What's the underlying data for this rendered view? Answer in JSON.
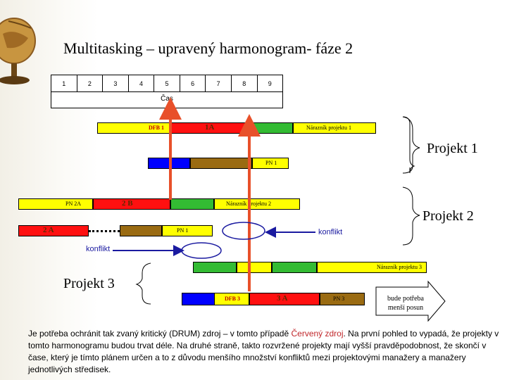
{
  "title": "Multitasking – upravený harmonogram- fáze 2",
  "timeline": {
    "numbers": [
      "1",
      "2",
      "3",
      "4",
      "5",
      "6",
      "7",
      "8",
      "9"
    ],
    "label": "Čas"
  },
  "bars": {
    "dfb1": "DFB 1",
    "a1": "1A",
    "buffer1": "Nárazník projektu 1",
    "pn1_top": "PN 1",
    "pn2a": "PN 2A",
    "b2": "2 B",
    "buffer2": "Nárazník projektu 2",
    "a2": "2 A",
    "pn1_mid": "PN 1",
    "buffer3": "Nárazník projektu 3",
    "dfb3": "DFB 3",
    "a3": "3 A",
    "pn3": "PN 3"
  },
  "projects": {
    "p1": "Projekt 1",
    "p2": "Projekt 2",
    "p3": "Projekt 3"
  },
  "conflicts": {
    "c1": "konflikt",
    "c2": "konflikt"
  },
  "callout": "bude potřeba menší posun",
  "paragraph": {
    "part1": "Je potřeba ochránit tak zvaný  kritický (DRUM) zdroj – v tomto případě ",
    "highlight": "Červený zdroj",
    "part2": ". Na první pohled to vypadá, že projekty v tomto harmonogramu budou trvat déle. Na druhé straně, takto rozvržené projekty mají vyšší pravděpodobnost, že skončí v čase, který je tímto plánem určen  a to z důvodu menšího množství konfliktů mezi projektovými  manažery a manažery jednotlivých středisek."
  },
  "colors": {
    "yellow": "#ffff00",
    "green": "#33bb33",
    "red": "#ff1010",
    "blue": "#0000ff",
    "brown": "#9a6b12",
    "accent_red": "#e8502a",
    "conflict_blue": "#1a1aa0"
  }
}
